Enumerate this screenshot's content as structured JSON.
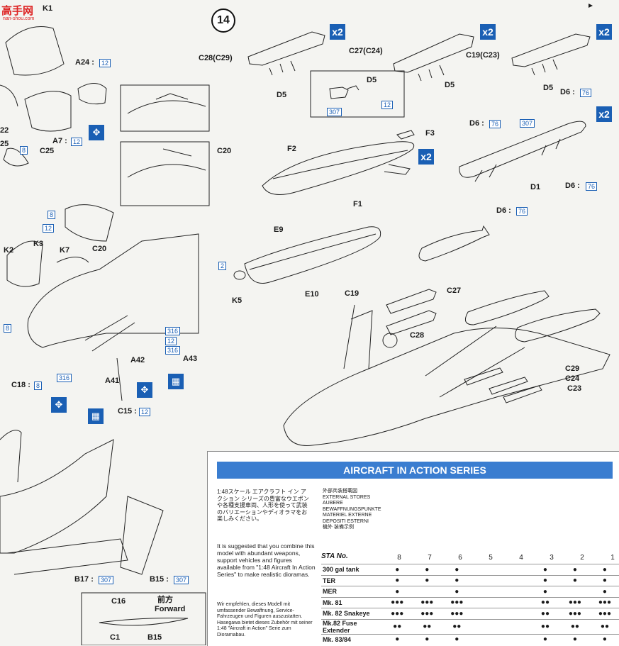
{
  "header": {
    "logo_text": "高手网",
    "logo_url": "nan-shou.com",
    "step_number": "14"
  },
  "multipliers": [
    "x2",
    "x2",
    "x2",
    "x2",
    "x2"
  ],
  "parts": {
    "c28_c29": "C28(C29)",
    "c27_c24": "C27(C24)",
    "c19_c23": "C19(C23)",
    "d5a": "D5",
    "d5b": "D5",
    "d5c": "D5",
    "d5d": "D5",
    "f1": "F1",
    "f2": "F2",
    "f3": "F3",
    "d1": "D1",
    "d6a": "D6 :",
    "d6b": "D6 :",
    "d6c": "D6 :",
    "d6d": "D6 :",
    "e9": "E9",
    "e10": "E10",
    "k5": "K5",
    "c19": "C19",
    "c27": "C27",
    "c28": "C28",
    "c29": "C29",
    "c24": "C24",
    "c23": "C23",
    "a24": "A24 :",
    "a7": "A7 :",
    "c25": "C25",
    "c20a": "C20",
    "c20b": "C20",
    "k2": "K2",
    "k3": "K3",
    "k7": "K7",
    "k1": "K1",
    "c18": "C18 :",
    "a41": "A41",
    "a42": "A42",
    "a43": "A43",
    "c15": "C15 :",
    "b17": "B17 :",
    "b15": "B15 :",
    "c16": "C16",
    "c1": "C1",
    "b15b": "B15",
    "n22": "22",
    "n25": "25",
    "forward_jp": "前方",
    "forward_en": "Forward"
  },
  "refs": {
    "h12a": "12",
    "h307a": "307",
    "h76a": "76",
    "h76b": "76",
    "h307b": "307",
    "h76c": "76",
    "h76d": "76",
    "h8a": "8",
    "h8b": "8",
    "h12b": "12",
    "h2": "2",
    "h8c": "8",
    "h316a": "316",
    "h12c": "12",
    "h316b": "316",
    "h316c": "316",
    "h8d": "8",
    "h12d": "12",
    "h12e": "12",
    "h307c": "307",
    "h307d": "307",
    "h8e": "8",
    "h12f": "12"
  },
  "panel": {
    "banner": "AIRCRAFT IN ACTION SERIES",
    "jp_text": "1:48スケール エアクラフト イン アクション シリーズの豊富なウエポンや各種支援車両、人形を使って武装のバリエーションやディオラマをお楽しみください。",
    "en_text": "It is suggested that you combine this model with abundant weapons, support vehicles and figures available from \"1:48 Aircraft In Action Series\" to make realistic dioramas.",
    "de_text": "Wir empfehlen, dieses Modell mit umfassender Bewaffnung, Service-Fahrzeugen und Figuren auszustatten. Hasegawa bietet dieses Zubehör mit seiner 1:48 \"Aircraft in Action\" Serie zum Dioramabau.",
    "stores_title": [
      "外部兵装搭載図",
      "EXTERNAL STORES",
      "AUBERE",
      "BEWAFFNUNGSPUNKTE",
      "MATERIEL EXTERNE",
      "DEPOSITI ESTERNI",
      "機外 装備示例"
    ],
    "sta_label": "STA No.",
    "sta_numbers": [
      "8",
      "7",
      "6",
      "5",
      "4",
      "3",
      "2",
      "1"
    ],
    "rows": [
      {
        "name": "300 gal tank",
        "cells": [
          "●",
          "●",
          "●",
          "",
          "",
          "●",
          "●",
          "●"
        ]
      },
      {
        "name": "TER",
        "cells": [
          "●",
          "●",
          "●",
          "",
          "",
          "●",
          "●",
          "●"
        ]
      },
      {
        "name": "MER",
        "cells": [
          "●",
          "",
          "●",
          "",
          "",
          "●",
          "",
          "●"
        ]
      },
      {
        "name": "Mk. 81",
        "cells": [
          "●●●",
          "●●●",
          "●●●",
          "",
          "",
          "●●",
          "●●●",
          "●●●"
        ]
      },
      {
        "name": "Mk. 82 Snakeye",
        "cells": [
          "●●●",
          "●●●",
          "●●●",
          "",
          "",
          "●●",
          "●●●",
          "●●●"
        ]
      },
      {
        "name": "Mk.82 Fuse Extender",
        "cells": [
          "●●",
          "●●",
          "●●",
          "",
          "",
          "●●",
          "●●",
          "●●"
        ]
      },
      {
        "name": "Mk. 83/84",
        "cells": [
          "●",
          "●",
          "●",
          "",
          "",
          "●",
          "●",
          "●"
        ]
      }
    ]
  },
  "colors": {
    "accent": "#1a5fb4",
    "banner": "#3a7dd0",
    "logo": "#dd2222"
  }
}
